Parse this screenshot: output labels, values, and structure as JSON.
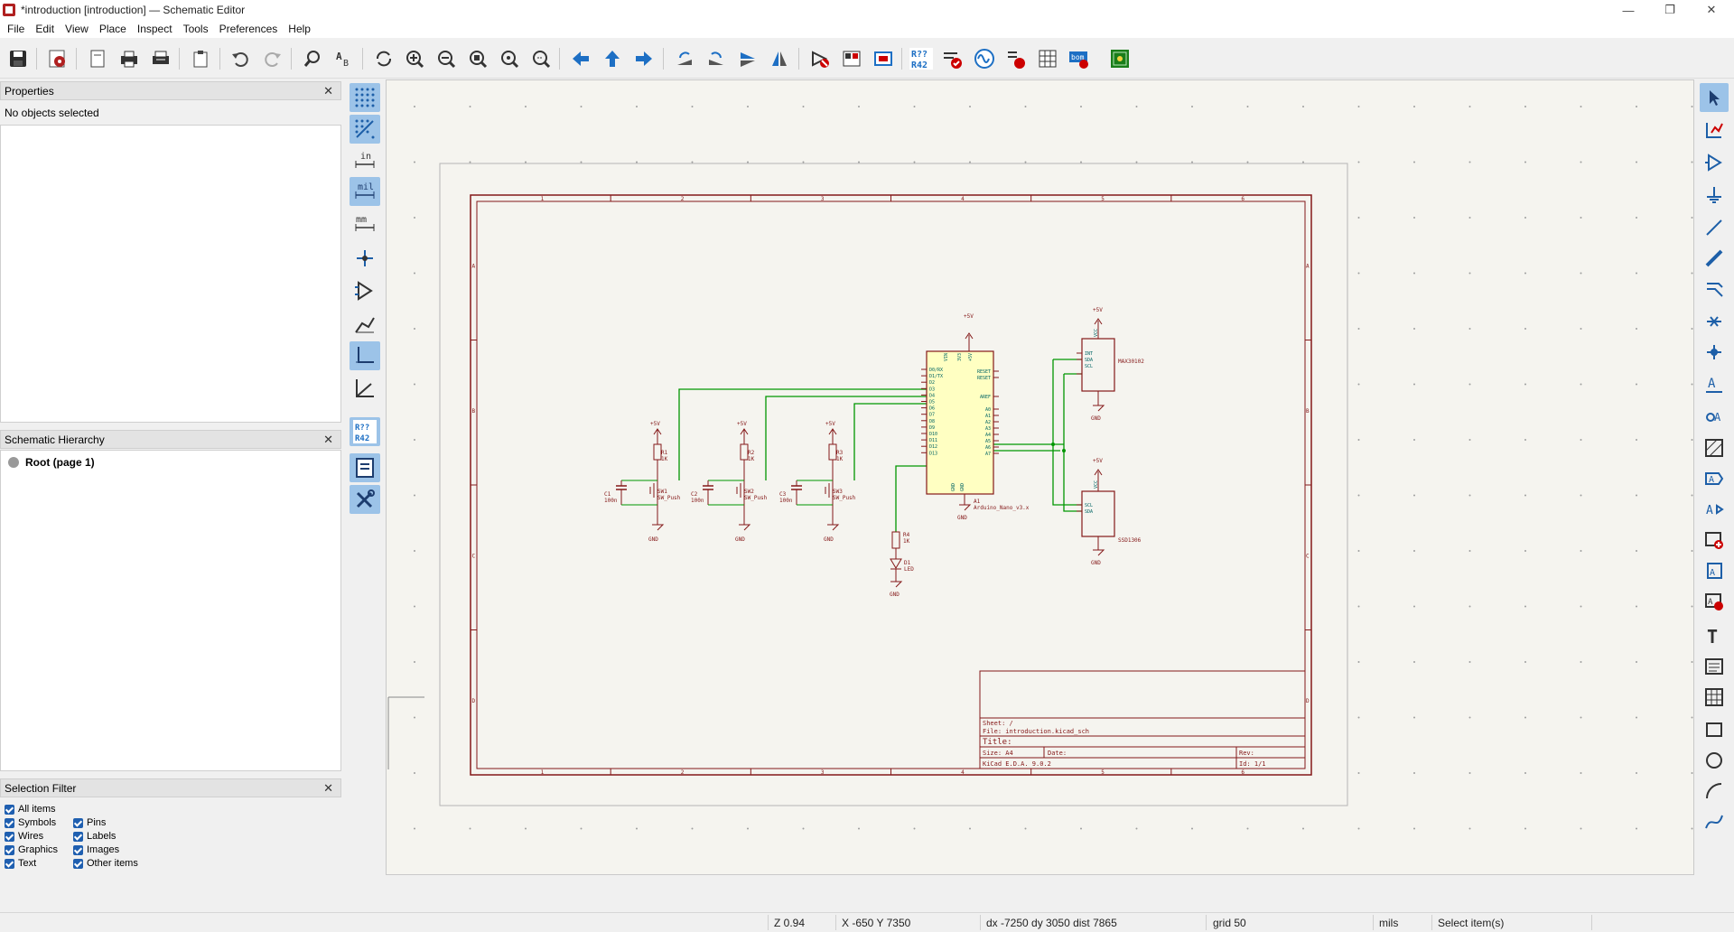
{
  "window": {
    "title": "*introduction [introduction] — Schematic Editor",
    "minimize": "—",
    "restore": "❐",
    "close": "✕"
  },
  "menu": [
    "File",
    "Edit",
    "View",
    "Place",
    "Inspect",
    "Tools",
    "Preferences",
    "Help"
  ],
  "toolbar": {
    "icons": [
      "save-icon",
      "schematic-setup-icon",
      "new-sheet-icon",
      "print-icon",
      "plot-icon",
      "paste-icon",
      "undo-icon",
      "redo-icon",
      "find-icon",
      "find-replace-icon",
      "refresh-icon",
      "zoom-in-icon",
      "zoom-out-icon",
      "zoom-fit-icon",
      "zoom-objects-icon",
      "zoom-selection-icon",
      "navigate-back-icon",
      "navigate-up-icon",
      "navigate-forward-icon",
      "rotate-ccw-icon",
      "rotate-cw-icon",
      "mirror-vertical-icon",
      "mirror-horizontal-icon",
      "symbol-editor-icon",
      "symbol-browser-icon",
      "footprint-assign-icon",
      "annotate-icon",
      "erc-icon",
      "simulator-icon",
      "field-editor-icon",
      "bom-icon",
      "table-icon",
      "bom-export-icon",
      "pcb-editor-icon"
    ],
    "annotate_badge_top": "R??",
    "annotate_badge_bottom": "R42",
    "bom_badge": "bom"
  },
  "properties": {
    "title": "Properties",
    "empty_text": "No objects selected"
  },
  "hierarchy": {
    "title": "Schematic Hierarchy",
    "root_label": "Root (page 1)"
  },
  "selection_filter": {
    "title": "Selection Filter",
    "items": [
      {
        "label": "All items",
        "checked": true
      },
      {
        "label": "Symbols",
        "checked": true
      },
      {
        "label": "Pins",
        "checked": true
      },
      {
        "label": "Wires",
        "checked": true
      },
      {
        "label": "Labels",
        "checked": true
      },
      {
        "label": "Graphics",
        "checked": true
      },
      {
        "label": "Images",
        "checked": true
      },
      {
        "label": "Text",
        "checked": true
      },
      {
        "label": "Other items",
        "checked": true
      }
    ]
  },
  "left_tools": {
    "unit_in": "in",
    "unit_mil": "mil",
    "unit_mm": "mm",
    "annotate_top": "R??",
    "annotate_bottom": "R42"
  },
  "schematic": {
    "border_cols": [
      "1",
      "2",
      "3",
      "4",
      "5",
      "6"
    ],
    "border_rows": [
      "A",
      "B",
      "C",
      "D"
    ],
    "components": {
      "r1": {
        "ref": "R1",
        "value": "1K",
        "power": "+5V",
        "gnd": "GND"
      },
      "r2": {
        "ref": "R2",
        "value": "1K",
        "power": "+5V",
        "gnd": "GND"
      },
      "r3": {
        "ref": "R3",
        "value": "1K",
        "power": "+5V",
        "gnd": "GND"
      },
      "c1": {
        "ref": "C1",
        "value": "100n"
      },
      "c2": {
        "ref": "C2",
        "value": "100n"
      },
      "c3": {
        "ref": "C3",
        "value": "100n"
      },
      "sw1": {
        "ref": "SW1",
        "value": "SW_Push"
      },
      "sw2": {
        "ref": "SW2",
        "value": "SW_Push"
      },
      "sw3": {
        "ref": "SW3",
        "value": "SW_Push"
      },
      "r4": {
        "ref": "R4",
        "value": "1K"
      },
      "d1": {
        "ref": "D1",
        "value": "LED",
        "gnd": "GND"
      },
      "a1": {
        "ref": "A1",
        "value": "Arduino_Nano_v3.x",
        "power": "+5V",
        "gnd": "GND",
        "top_pins": [
          "VIN",
          "3V3",
          "+5V"
        ],
        "left_pins": [
          "D0/RX",
          "D1/TX",
          "D2",
          "D3",
          "D4",
          "D5",
          "D6",
          "D7",
          "D8",
          "D9",
          "D10",
          "D11",
          "D12",
          "D13"
        ],
        "right_pins": [
          "RESET",
          "RESET",
          "AREF",
          "A0",
          "A1",
          "A2",
          "A3",
          "A4",
          "A5",
          "A6",
          "A7"
        ],
        "bottom_pins": [
          "GND",
          "GND"
        ]
      },
      "max": {
        "value": "MAX30102",
        "pins": [
          "INT",
          "SDA",
          "SCL"
        ],
        "power": "+5V",
        "gnd": "GND",
        "vcc": "VCC"
      },
      "ssd": {
        "value": "SSD1306",
        "pins": [
          "SCL",
          "SDA"
        ],
        "power": "+5V",
        "gnd": "GND",
        "vcc": "VCC"
      }
    },
    "title_block": {
      "sheet": "Sheet: /",
      "file": "File: introduction.kicad_sch",
      "title": "Title:",
      "size": "Size: A4",
      "date": "Date:",
      "rev": "Rev:",
      "tool": "KiCad E.D.A.  9.0.2",
      "id": "Id: 1/1"
    }
  },
  "status": {
    "zoom": "Z 0.94",
    "coords": "X -650  Y 7350",
    "delta": "dx -7250  dy 3050  dist 7865",
    "grid": "grid 50",
    "units": "mils",
    "mode": "Select item(s)"
  },
  "colors": {
    "sheet_border": "#841818",
    "wire": "#009600",
    "component": "#841818",
    "ic_fill": "#ffffc2",
    "pin_label": "#006464",
    "selection_blue": "#9cc3e8"
  }
}
